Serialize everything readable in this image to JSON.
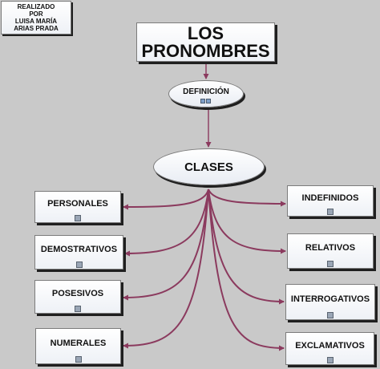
{
  "author": {
    "lines": [
      "REALIZADO",
      "POR",
      "LUISA MARÍA",
      "ARIAS PRADA"
    ]
  },
  "title": {
    "lines": [
      "LOS",
      "PRONOMBRES"
    ]
  },
  "definition": {
    "label": "DEFINICIÓN"
  },
  "classes": {
    "label": "CLASES"
  },
  "left_nodes": [
    {
      "label": "PERSONALES"
    },
    {
      "label": "DEMOSTRATIVOS"
    },
    {
      "label": "POSESIVOS"
    },
    {
      "label": "NUMERALES"
    }
  ],
  "right_nodes": [
    {
      "label": "INDEFINIDOS"
    },
    {
      "label": "RELATIVOS"
    },
    {
      "label": "INTERROGATIVOS"
    },
    {
      "label": "EXCLAMATIVOS"
    }
  ],
  "colors": {
    "background": "#c9c9c9",
    "connector": "#8b3a5e",
    "shadow": "#1f1f1f"
  }
}
